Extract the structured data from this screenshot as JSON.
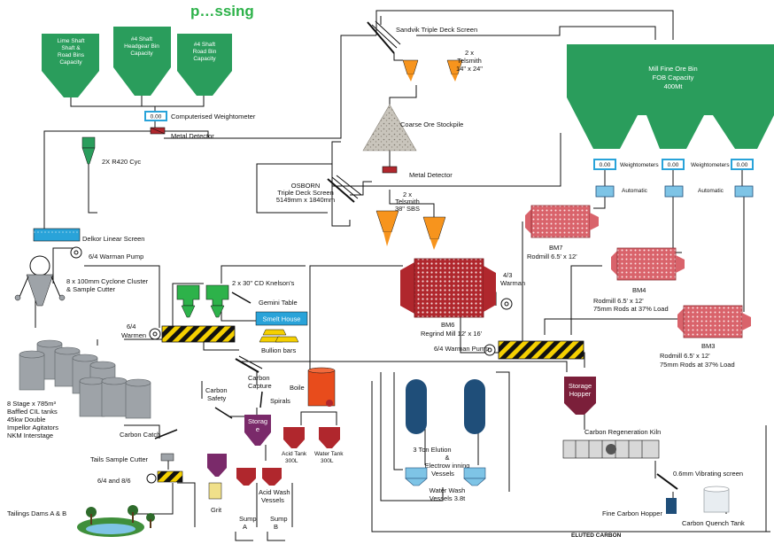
{
  "header_text": "p…ssing",
  "bins": {
    "b1": [
      "Lime Shaft",
      "Shaft &",
      "Road Bins",
      "Capacity"
    ],
    "b2": [
      "#4 Shaft",
      "Headgear Bin",
      "Capacity"
    ],
    "b3": [
      "#4 Shaft",
      "Road Bin",
      "Capacity"
    ]
  },
  "fine_ore_bin": [
    "Mill Fine Ore Bin",
    "FOB Capacity",
    "400Mt"
  ],
  "weightometer_value": "0.00",
  "labels": {
    "computerised_weightometer": "Computerised Weightometer",
    "metal_detector_1": "Metal Detector",
    "metal_detector_2": "Metal Detector",
    "sandvik": "Sandvik Triple Deck Screen",
    "telsmith_top": [
      "2 x",
      "Telsmith",
      "14\" x 24\""
    ],
    "coarse_ore": "Coarse Ore Stockpile",
    "osborn": [
      "OSBORN",
      "Triple Deck Screen",
      "5149mm x 1840mm"
    ],
    "telsmith_mid": [
      "2 x",
      "Telsmith",
      "38\" SBS"
    ],
    "cyc": "2X R420 Cyc",
    "delkor": "Delkor Linear Screen",
    "warman_64a": "6/4 Warman Pump",
    "cyclone_cluster": [
      "8 x 100mm Cyclone Cluster",
      "& Sample Cutter"
    ],
    "knelsons": "2 x 30\" CD Knelson's",
    "gemini": "Gemini Table",
    "smelt_house": "Smelt House",
    "bullion": "Bullion bars",
    "warman_64b": [
      "6/4",
      "Warmen"
    ],
    "bm6": "BM6",
    "regrind": "Regrind Mill   12' x 16'",
    "warman_43": [
      "4/3",
      "Warman"
    ],
    "bm7": "BM7",
    "bm7_spec": "Rodmill  6.5' x 12'",
    "bm4": "BM4",
    "bm4_spec": [
      "Rodmill  6.5' x 12'",
      "75mm Rods at 37% Load"
    ],
    "bm3": "BM3",
    "bm3_spec": [
      "Rodmill  6.5' x 12'",
      "75mm Rods at 37% Load"
    ],
    "warman_pump_main": "6/4 Warman Pump",
    "weightometers_1": "Weightometers",
    "weightometers_2": "Weightometers",
    "automatic_1": "Automatic",
    "automatic_2": "Automatic",
    "cil_tanks": [
      "8 Stage x 785m³",
      "Baffled CIL tanks",
      "45kw Double",
      "Impellor  Agitators",
      "NKM  Interstage"
    ],
    "carbon_capture": [
      "Carbon",
      "Capture"
    ],
    "carbon_safety": [
      "Carbon",
      "Safety"
    ],
    "spirals": "Spirals",
    "storage": [
      "Storag",
      "e"
    ],
    "boiler": "Boile",
    "acid_tank": [
      "Acid Tank",
      "300L"
    ],
    "water_tank": [
      "Water Tank",
      "300L"
    ],
    "acid_wash": [
      "Acid Wash",
      "Vessels"
    ],
    "grit": "Grit",
    "elution": [
      "3 Ton Elution",
      "&",
      "Electrow inning",
      "Vessels"
    ],
    "water_wash": [
      "Water Wash",
      "Vessels 3.8t"
    ],
    "storage_hopper": [
      "Storage",
      "Hopper"
    ],
    "kiln": "Carbon Regeneration Kiln",
    "vib_screen": "0.6mm Vibrating screen",
    "fine_carbon": "Fine Carbon Hopper",
    "quench": "Carbon Quench Tank",
    "carbon_catch": "Carbon Catch",
    "tails_sample": "Tails Sample Cutter",
    "pumps_64_86": "6/4 and 8/6",
    "tailings": "Tailings Dams A & B",
    "sump_a": [
      "Sump",
      "A"
    ],
    "sump_b": [
      "Sump",
      "B"
    ],
    "eluted_carbon": "ELUTED CARBON"
  },
  "colors": {
    "green": "#2a9d5c",
    "orange": "#f7941d",
    "mill_red": "#b0272d",
    "rodmill_pink": "#d9636b",
    "maroon": "#7b1f3a",
    "purple": "#7a2a6a",
    "navy": "#1f4e79",
    "hazard_yellow": "#f5d000",
    "light_blue": "#7ec4e6",
    "smelt_blue": "#29a3d9",
    "tank_grey": "#9ea3a8"
  }
}
